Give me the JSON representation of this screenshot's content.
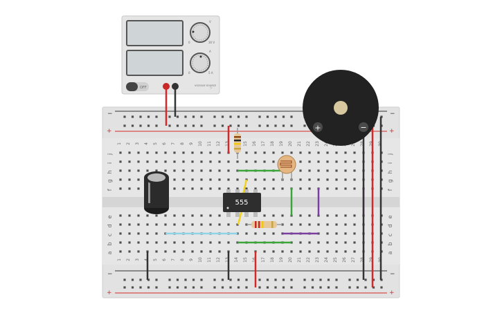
{
  "power_supply": {
    "switch_label": "OFF",
    "voltage_unit": "V",
    "current_unit": "A",
    "voltage_max": "30 V",
    "current_max": "5 A",
    "min_label": "0",
    "brand": "VOLTAGE SOURCE"
  },
  "breadboard": {
    "rail_plus": "+",
    "rail_minus": "−",
    "row_letters_top": [
      "j",
      "i",
      "h",
      "g",
      "f"
    ],
    "row_letters_bottom": [
      "e",
      "d",
      "c",
      "b",
      "a"
    ],
    "column_count": 30
  },
  "components": {
    "timer_chip_label": "555",
    "buzzer_plus": "+",
    "buzzer_minus": "−"
  },
  "colors": {
    "wire_red": "#d62828",
    "wire_black": "#333333",
    "wire_green": "#3aa63a",
    "wire_purple": "#7a3fa0",
    "wire_blue": "#8fd3e8",
    "wire_yellow": "#f2d21b"
  }
}
